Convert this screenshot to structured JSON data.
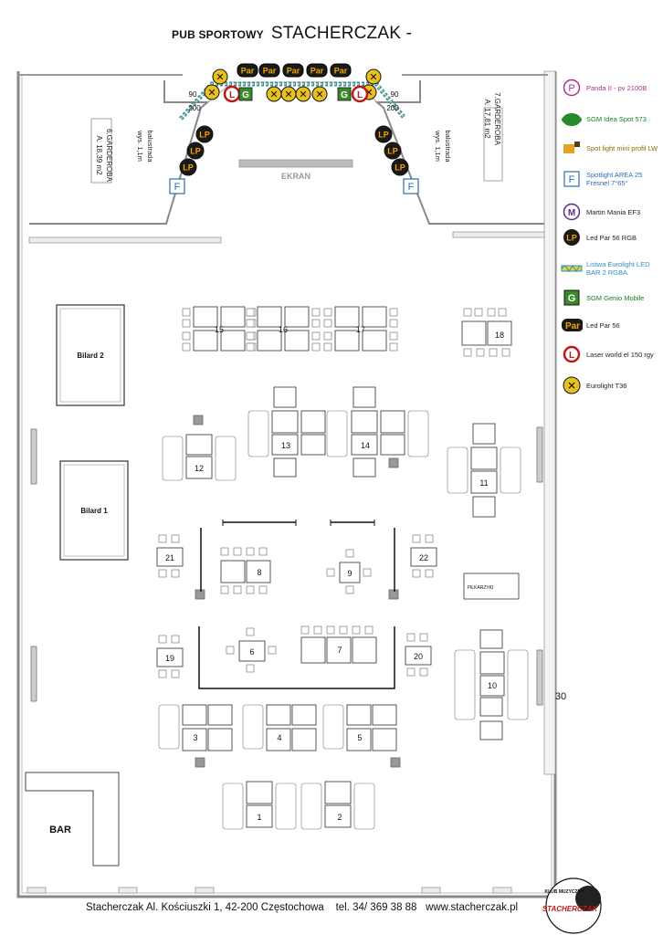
{
  "header": {
    "small": "PUB SPORTOWY",
    "big": "STACHERCZAK -"
  },
  "screen_label": "EKRAN",
  "bar_label": "BAR",
  "billiards": [
    "Bilard 2",
    "Bilard 1"
  ],
  "foosball_label": "PIŁKARZYKI",
  "cloakrooms": {
    "left": {
      "name": "6.GARDEROBA",
      "area": "A: 18,39 m2"
    },
    "right": {
      "name": "7.GARDEROBA",
      "area": "A: 17,81 m2"
    }
  },
  "balustrade": {
    "left": {
      "l1": "balustrada",
      "l2": "wys. 1,1m"
    },
    "right": {
      "l1": "balustrada",
      "l2": "wys. 1,1m"
    }
  },
  "stage_dims": {
    "w": "90",
    "d": "200"
  },
  "wall_number": "30",
  "tables": [
    "1",
    "2",
    "3",
    "4",
    "5",
    "6",
    "7",
    "8",
    "9",
    "10",
    "11",
    "12",
    "13",
    "14",
    "15",
    "16",
    "17",
    "18",
    "19",
    "20",
    "21",
    "22"
  ],
  "symbols": {
    "lp": "LP",
    "par": "Par",
    "g": "G",
    "l": "L",
    "x": "✕",
    "f": "F",
    "m": "M",
    "p": "P"
  },
  "legend": [
    {
      "key": "panda",
      "label": "Panda II - pv 2100B",
      "color": "#b0308a"
    },
    {
      "key": "idea",
      "label": "SGM Idea Spot 573",
      "color": "#1a7d1a"
    },
    {
      "key": "spot",
      "label": "Spot light mini profil LW",
      "color": "#8a6d00"
    },
    {
      "key": "area",
      "label": "Spotlight AREA 25 Fresnel 7°65°",
      "color": "#2a6db0"
    },
    {
      "key": "martin",
      "label": "Martin Mania EF3",
      "color": "#222222"
    },
    {
      "key": "ledpar",
      "label": "Led Par 56 RGB",
      "color": "#222222"
    },
    {
      "key": "eurolight",
      "label": "Listwa Eurolight LED BAR 2 RGBA",
      "color": "#2a8fc8"
    },
    {
      "key": "genio",
      "label": "SGM Genio Mobile",
      "color": "#1a7d1a"
    },
    {
      "key": "par56",
      "label": "Led Par 56",
      "color": "#222222"
    },
    {
      "key": "laser",
      "label": "Laser world el 150 rgy",
      "color": "#222222"
    },
    {
      "key": "t36",
      "label": "Eurolight T36",
      "color": "#222222"
    }
  ],
  "footer": {
    "address": "Stacherczak Al. Kościuszki 1,  42-200  Częstochowa",
    "phone": "tel. 34/ 369 38 88",
    "web": "www.stacherczak.pl"
  },
  "logo_text": {
    "top": "KLUB MUZYCZNY",
    "name": "STACHERCZAK"
  }
}
